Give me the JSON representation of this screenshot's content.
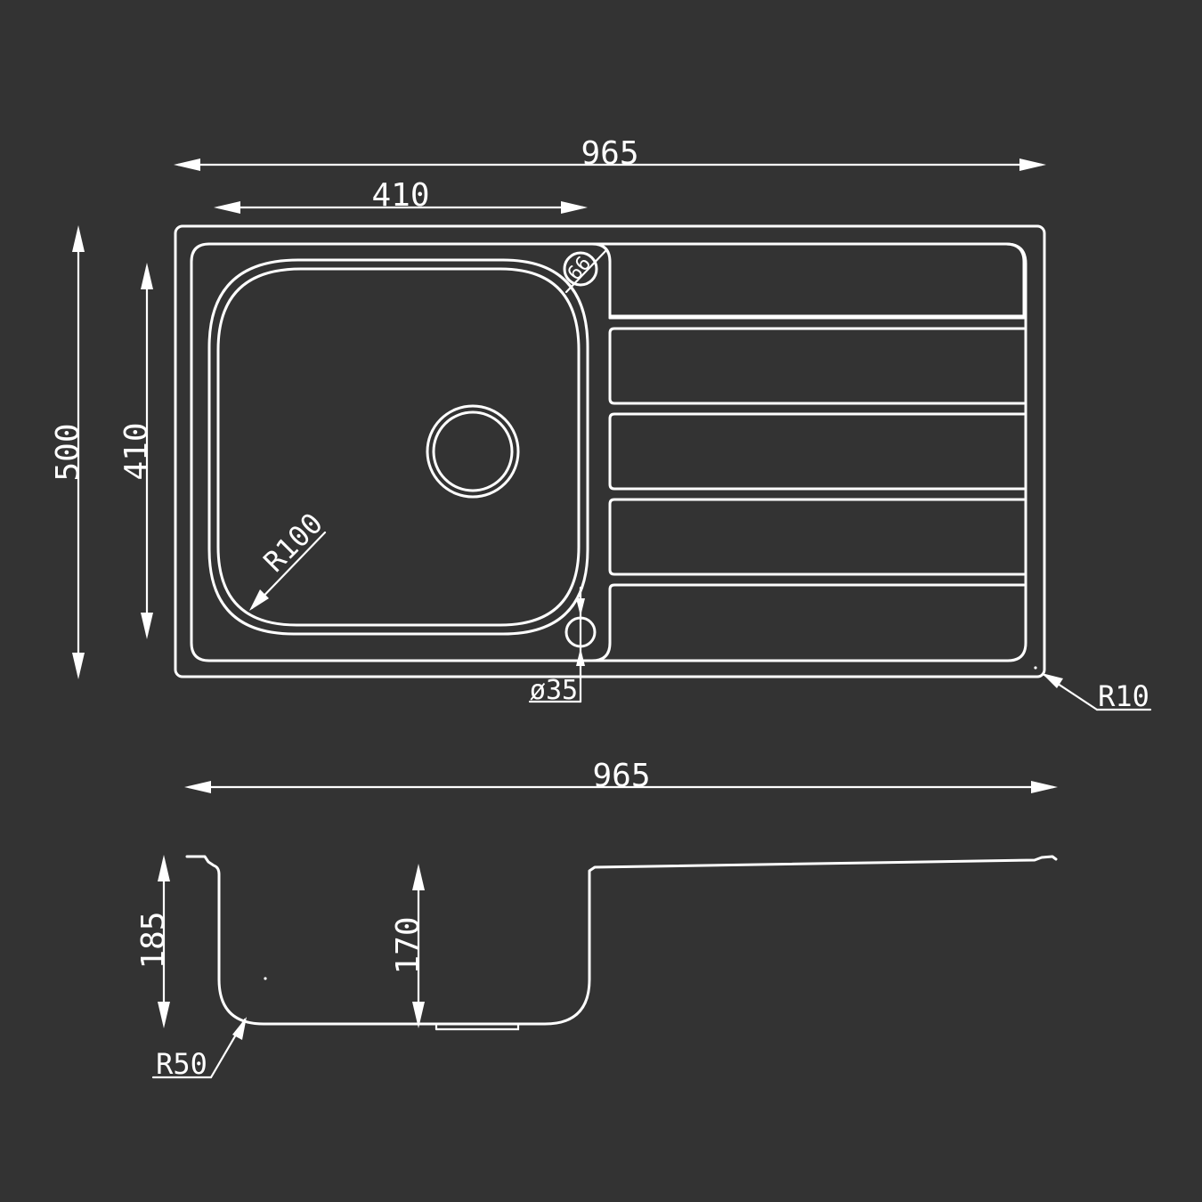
{
  "top_view": {
    "overall_width": "965",
    "bowl_width": "410",
    "overall_depth": "500",
    "bowl_depth": "410",
    "bowl_corner_radius": "R100",
    "tap_hole_label": "66",
    "overflow_label": "ø35",
    "outer_corner_radius": "R10"
  },
  "side_view": {
    "overall_width": "965",
    "overall_height": "185",
    "bowl_height": "170",
    "bottom_radius": "R50"
  },
  "colors": {
    "background": "#333333",
    "line": "#ffffff"
  }
}
